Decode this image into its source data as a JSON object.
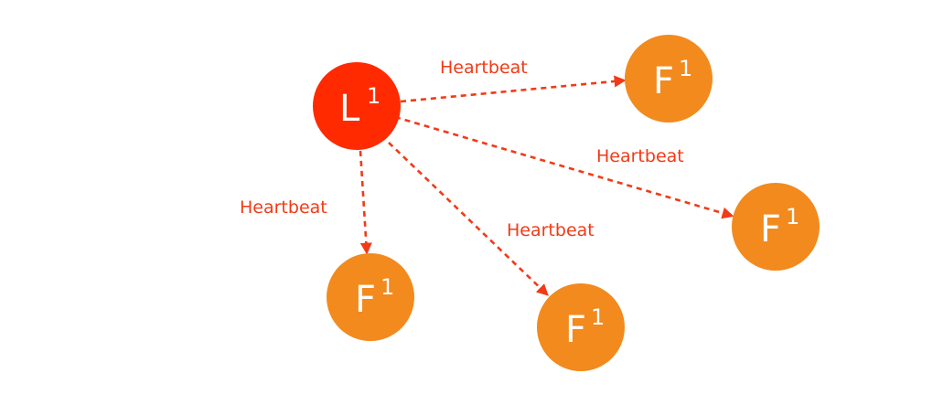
{
  "colors": {
    "leader": "#FF2A00",
    "follower": "#F28A1E",
    "edge": "#F23A16"
  },
  "leader": {
    "letter": "L",
    "sup": "1"
  },
  "followers": [
    {
      "letter": "F",
      "sup": "1"
    },
    {
      "letter": "F",
      "sup": "1"
    },
    {
      "letter": "F",
      "sup": "1"
    },
    {
      "letter": "F",
      "sup": "1"
    }
  ],
  "edges": [
    {
      "label": "Heartbeat"
    },
    {
      "label": "Heartbeat"
    },
    {
      "label": "Heartbeat"
    },
    {
      "label": "Heartbeat"
    }
  ]
}
